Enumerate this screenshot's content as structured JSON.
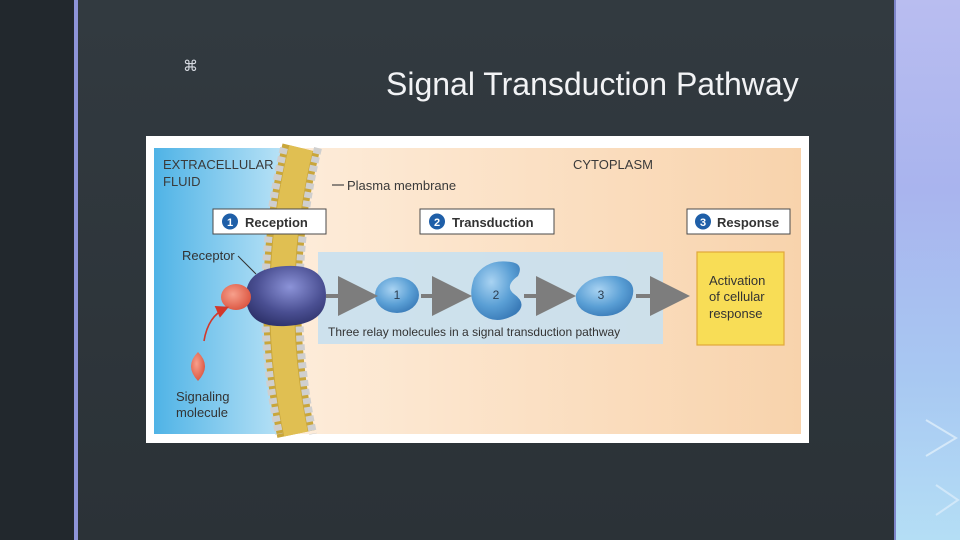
{
  "slide": {
    "corner_glyph": "⌘",
    "title": "Signal Transduction Pathway"
  },
  "diagram": {
    "extracellular_line1": "EXTRACELLULAR",
    "extracellular_line2": "FLUID",
    "cytoplasm": "CYTOPLASM",
    "plasma_membrane": "Plasma membrane",
    "stages": [
      {
        "number": "1",
        "label": "Reception"
      },
      {
        "number": "2",
        "label": "Transduction"
      },
      {
        "number": "3",
        "label": "Response"
      }
    ],
    "receptor": "Receptor",
    "relay_molecules": [
      "1",
      "2",
      "3"
    ],
    "relay_caption": "Three relay molecules in a signal transduction pathway",
    "response_lines": [
      "Activation",
      "of cellular",
      "response"
    ],
    "signaling_line1": "Signaling",
    "signaling_line2": "molecule"
  },
  "colors": {
    "accent_line": "#8e94d8",
    "extracellular": "#5bbcea",
    "cytoplasm": "#f9d9b8",
    "response_box": "#f8dd56",
    "stage_badge": "#1f5fa8",
    "receptor": "#3a3f7a",
    "signal_molecule": "#e9735c",
    "relay_molecule": "#5aa0d6"
  }
}
